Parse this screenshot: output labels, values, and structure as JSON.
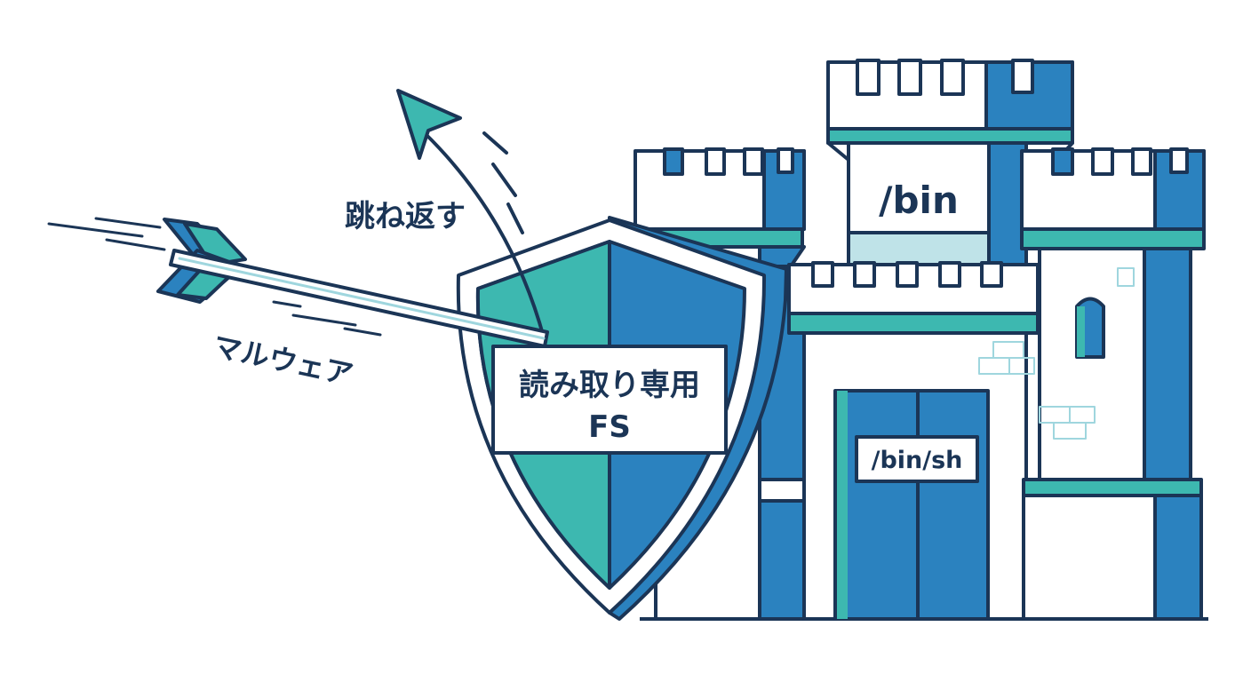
{
  "labels": {
    "malware": "マルウェア",
    "bounce": "跳ね返す",
    "shield_line1": "読み取り専用",
    "shield_line2": "FS",
    "tower_path": "/bin",
    "gate_path": "/bin/sh"
  },
  "colors": {
    "navy": "#1b3556",
    "blue": "#2b82bf",
    "teal": "#3db8b0",
    "light_teal": "#bfe3e8",
    "white": "#ffffff"
  },
  "icons": {
    "attacker": "arrow-icon",
    "defense": "shield-icon",
    "system": "castle-icon",
    "deflection": "curved-arrow-icon"
  }
}
